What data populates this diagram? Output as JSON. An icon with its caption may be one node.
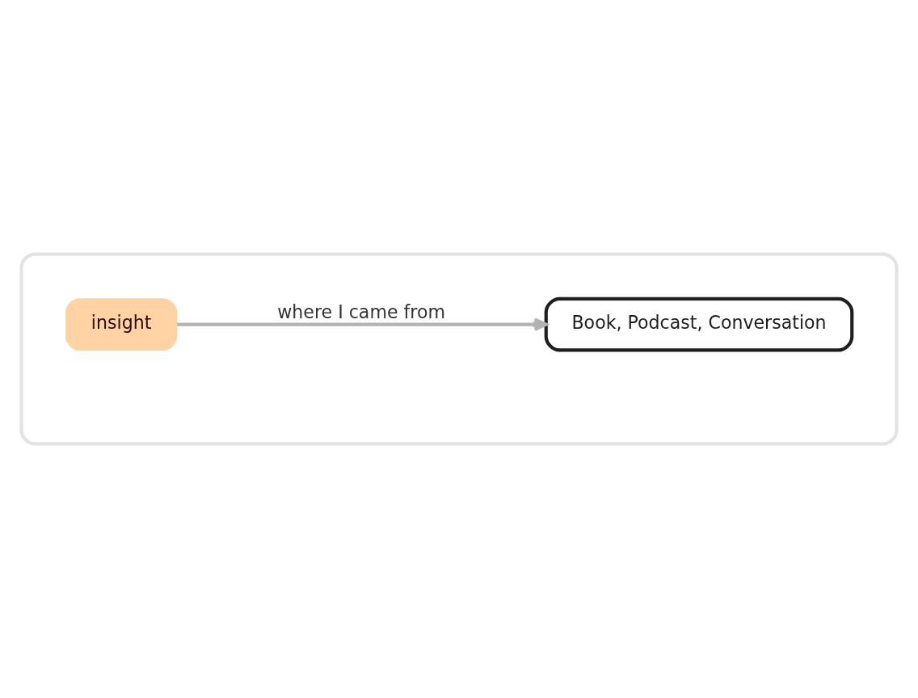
{
  "diagram": {
    "nodes": [
      {
        "text": [],
        "shape": "box"
      },
      {
        "text": [
          "insight"
        ],
        "in": 0
      },
      {
        "text": [
          "Book, Podcast, Conversation"
        ],
        "in": 0
      }
    ],
    "edges": [
      {
        "from": 1,
        "to": 2,
        "arrow": "to",
        "label": "where I came from"
      }
    ]
  }
}
